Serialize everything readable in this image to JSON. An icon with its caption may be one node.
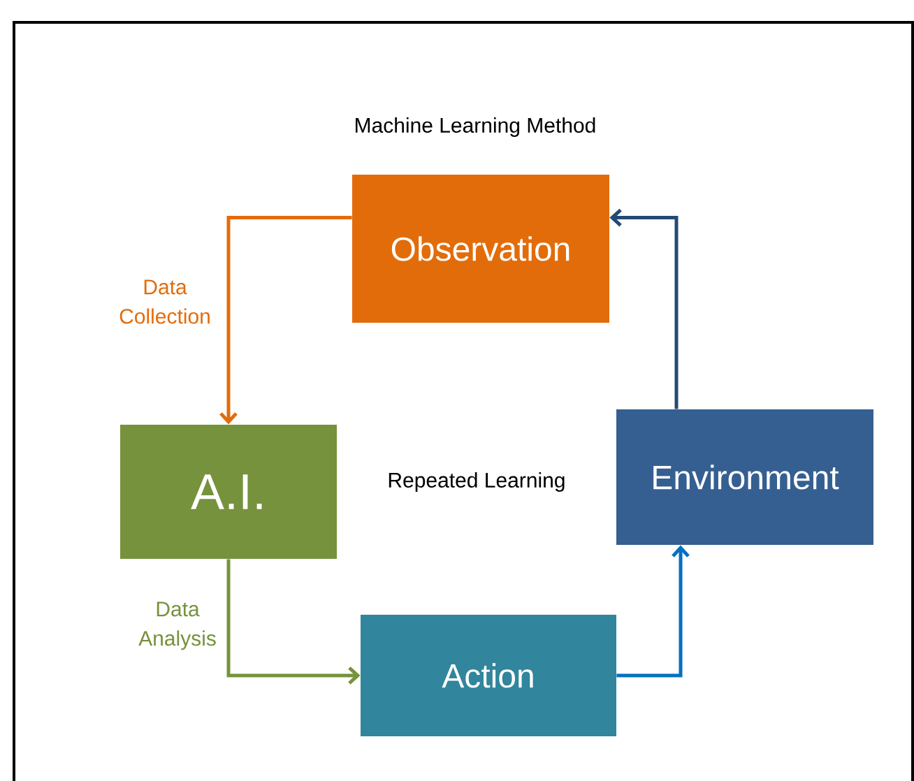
{
  "diagram": {
    "title": "Machine Learning Method",
    "nodes": [
      {
        "text": [
          "Observation"
        ]
      },
      {
        "text": [
          "A.I."
        ]
      },
      {
        "text": [
          "Environment"
        ]
      },
      {
        "text": [
          "Action"
        ]
      }
    ],
    "edges": [
      {
        "from": 0,
        "to": 1,
        "arrow": "to",
        "label": "Data Collection",
        "color": "#e36c0a"
      },
      {
        "from": 1,
        "to": 3,
        "arrow": "to",
        "label": "Data Analysis",
        "color": "#76923c"
      },
      {
        "from": 3,
        "to": 2,
        "arrow": "to",
        "color": "#0070c0"
      },
      {
        "from": 2,
        "to": 0,
        "arrow": "to",
        "color": "#244a73"
      }
    ],
    "labels": [
      "Repeated Learning"
    ]
  }
}
